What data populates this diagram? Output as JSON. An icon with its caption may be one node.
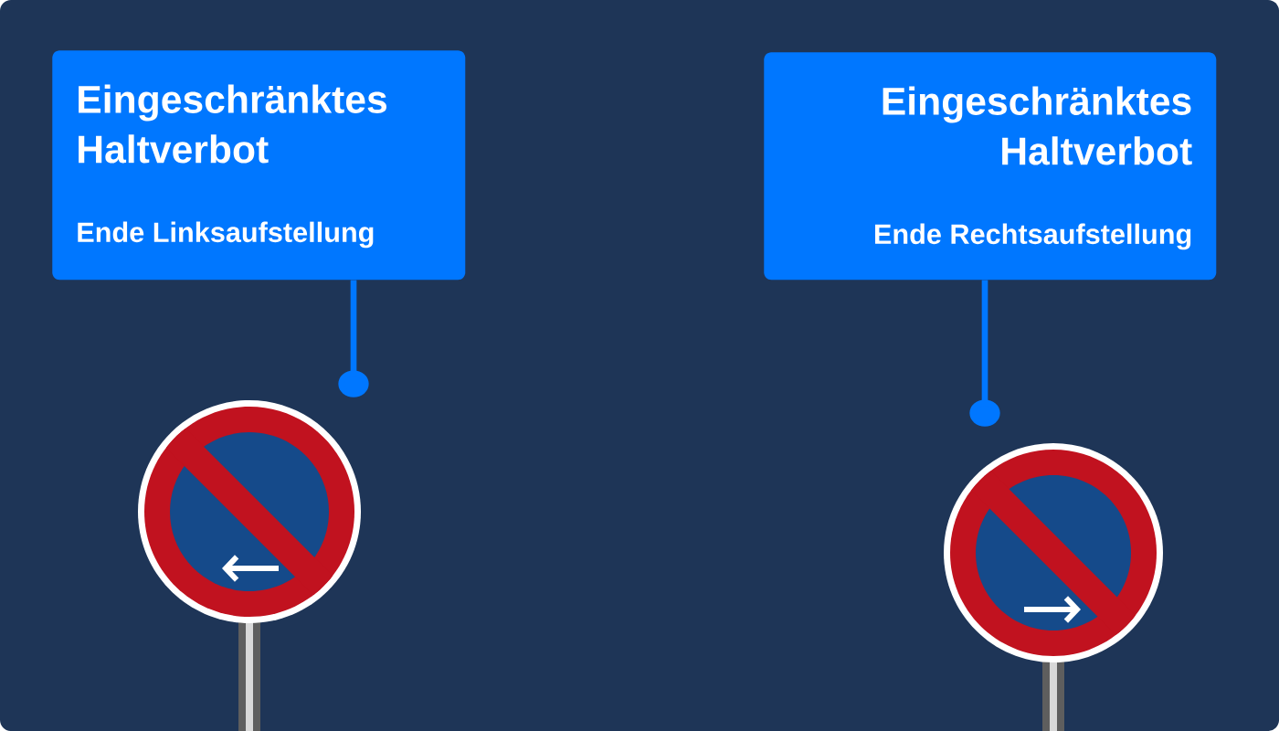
{
  "diagram": {
    "nodes": [
      {
        "text": [
          "Eingeschränktes Haltverbot",
          "Ende Linksaufstellung"
        ]
      },
      {
        "text": [],
        "shape": "picture"
      },
      {
        "text": [
          "Eingeschränktes Haltverbot",
          "Ende Rechtsaufstellung"
        ]
      },
      {
        "text": [],
        "shape": "picture"
      }
    ],
    "edges": [
      {
        "from": 0,
        "to": 1,
        "arrow": "other"
      },
      {
        "from": 2,
        "to": 3,
        "arrow": "other"
      }
    ]
  }
}
